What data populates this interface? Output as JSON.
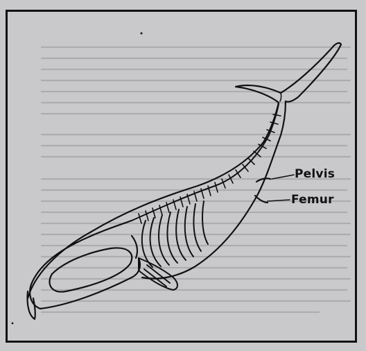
{
  "figure": {
    "subject": "whale-skeleton",
    "labels": {
      "pelvis": "Pelvis",
      "femur": "Femur"
    }
  },
  "colors": {
    "background": "#c9c9cc",
    "ink": "#111111",
    "ghost_text": "#9a9a9f"
  }
}
